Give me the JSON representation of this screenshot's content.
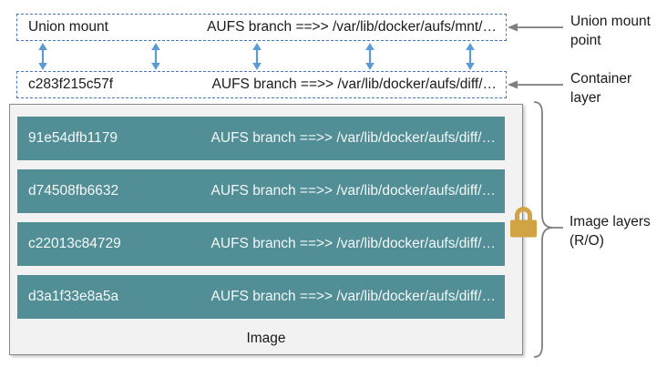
{
  "union_mount": {
    "label": "Union mount",
    "path": "AUFS branch ==>> /var/lib/docker/aufs/mnt/…"
  },
  "container_layer": {
    "id": "c283f215c57f",
    "path": "AUFS branch ==>> /var/lib/docker/aufs/diff/…"
  },
  "image": {
    "caption": "Image",
    "layers": [
      {
        "id": "91e54dfb1179",
        "path": "AUFS branch ==>> /var/lib/docker/aufs/diff/…"
      },
      {
        "id": "d74508fb6632",
        "path": "AUFS branch ==>> /var/lib/docker/aufs/diff/…"
      },
      {
        "id": "c22013c84729",
        "path": "AUFS branch ==>> /var/lib/docker/aufs/diff/…"
      },
      {
        "id": "d3a1f33e8a5a",
        "path": "AUFS branch ==>> /var/lib/docker/aufs/diff/…"
      }
    ]
  },
  "annotations": {
    "union_mount_point": "Union mount point",
    "container_layer": "Container layer",
    "image_layers": "Image layers (R/O)"
  },
  "icons": {
    "lock": "lock-icon",
    "double_arrow": "double-arrow-icon",
    "left_arrow": "left-arrow-icon",
    "brace": "curly-brace"
  },
  "colors": {
    "layer_teal": "#528E96",
    "dashed_border_blue": "#4A7AB5",
    "arrow_blue": "#5B9BD5",
    "annotation_gray": "#7F7F7F",
    "lock_gold": "#D2A342",
    "image_box_fill": "#F2F2F2",
    "layer_text": "#F3F8F8"
  }
}
